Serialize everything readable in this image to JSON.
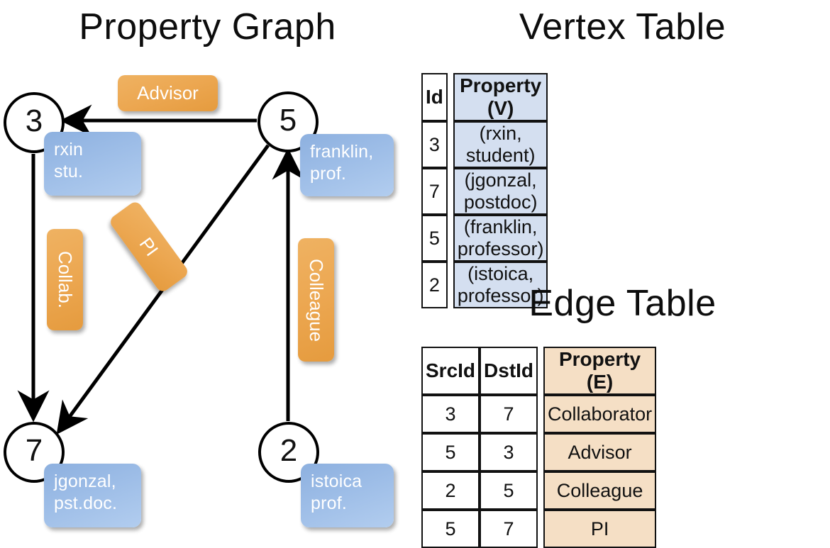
{
  "titles": {
    "graph": "Property Graph",
    "vertex_table": "Vertex Table",
    "edge_table": "Edge Table"
  },
  "graph": {
    "nodes": [
      {
        "id": "3",
        "label_line1": "rxin",
        "label_line2": "stu."
      },
      {
        "id": "5",
        "label_line1": "franklin,",
        "label_line2": "prof."
      },
      {
        "id": "7",
        "label_line1": "jgonzal,",
        "label_line2": "pst.doc."
      },
      {
        "id": "2",
        "label_line1": "istoica",
        "label_line2": "prof."
      }
    ],
    "edge_labels": [
      {
        "name": "advisor",
        "text": "Advisor"
      },
      {
        "name": "collab",
        "text": "Collab."
      },
      {
        "name": "pi",
        "text": "PI"
      },
      {
        "name": "colleague",
        "text": "Colleague"
      }
    ]
  },
  "vertex_table": {
    "headers": [
      "Id",
      "Property (V)"
    ],
    "rows": [
      [
        "3",
        "(rxin, student)"
      ],
      [
        "7",
        "(jgonzal, postdoc)"
      ],
      [
        "5",
        "(franklin, professor)"
      ],
      [
        "2",
        "(istoica, professor)"
      ]
    ]
  },
  "edge_table": {
    "headers": [
      "SrcId",
      "DstId",
      "Property (E)"
    ],
    "rows": [
      [
        "3",
        "7",
        "Collaborator"
      ],
      [
        "5",
        "3",
        "Advisor"
      ],
      [
        "2",
        "5",
        "Colleague"
      ],
      [
        "5",
        "7",
        "PI"
      ]
    ]
  },
  "colors": {
    "vertex_fill": "#d4dff0",
    "edge_fill": "#f5dfc5",
    "node_box": "#9dbde7",
    "edge_box": "#eca751",
    "stroke": "#111111"
  }
}
